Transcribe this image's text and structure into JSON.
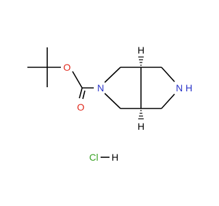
{
  "molecule": {
    "atoms": {
      "oxygen_ether": "O",
      "oxygen_carbonyl": "O",
      "nitrogen_carbamate": "N",
      "nitrogen_amine": "N",
      "hydrogen_amine": "H",
      "hydrogen_stereo_top": "H",
      "hydrogen_stereo_bottom": "H"
    },
    "salt": {
      "chlorine": "Cl",
      "hydrogen": "H"
    }
  },
  "colors": {
    "oxygen": "#e0281b",
    "nitrogen": "#2a35c8",
    "chlorine": "#35a020",
    "carbon_bonds": "#000000",
    "hydrogen": "#000000"
  },
  "icons": {
    "hash_wedge": "stereo-hash-bond"
  }
}
